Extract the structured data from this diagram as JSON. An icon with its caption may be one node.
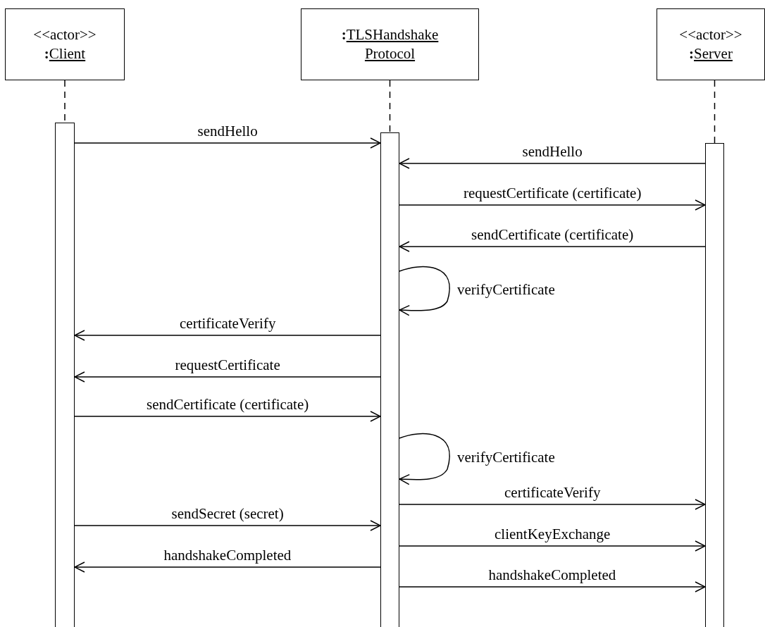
{
  "diagram": {
    "nodes": [
      {
        "text": [
          "<<actor>>",
          "**:**Client"
        ]
      },
      {
        "text": [
          "**:**TLSHandshake Protocol"
        ]
      },
      {
        "text": [
          "<<actor>>",
          "**:**Server"
        ]
      },
      {
        "text": [],
        "shape": "bar"
      },
      {
        "text": [],
        "shape": "bar"
      },
      {
        "text": [],
        "shape": "bar"
      }
    ],
    "edges": [
      {
        "from": 0,
        "to": 3,
        "arrow": "none",
        "style": "dashed"
      },
      {
        "from": 1,
        "to": 4,
        "arrow": "none",
        "style": "dashed"
      },
      {
        "from": 2,
        "to": 5,
        "arrow": "none",
        "style": "dashed"
      },
      {
        "from": 3,
        "to": 4,
        "arrow": "to",
        "label": "sendHello"
      },
      {
        "from": 5,
        "to": 4,
        "arrow": "to",
        "label": "sendHello"
      },
      {
        "from": 4,
        "to": 5,
        "arrow": "to",
        "label": "requestCertificate (certificate)"
      },
      {
        "from": 5,
        "to": 4,
        "arrow": "to",
        "label": "sendCertificate (certificate)"
      },
      {
        "from": 4,
        "to": 4,
        "arrow": "to",
        "label": "verifyCertificate"
      },
      {
        "from": 4,
        "to": 3,
        "arrow": "to",
        "label": "certificateVerify"
      },
      {
        "from": 4,
        "to": 3,
        "arrow": "to",
        "label": "requestCertificate"
      },
      {
        "from": 3,
        "to": 4,
        "arrow": "to",
        "label": "sendCertificate (certificate)"
      },
      {
        "from": 4,
        "to": 4,
        "arrow": "to",
        "label": "verifyCertificate"
      },
      {
        "from": 4,
        "to": 5,
        "arrow": "to",
        "label": "certificateVerify"
      },
      {
        "from": 3,
        "to": 4,
        "arrow": "to",
        "label": "sendSecret (secret)"
      },
      {
        "from": 4,
        "to": 5,
        "arrow": "to",
        "label": "clientKeyExchange"
      },
      {
        "from": 4,
        "to": 3,
        "arrow": "to",
        "label": "handshakeCompleted"
      },
      {
        "from": 4,
        "to": 5,
        "arrow": "to",
        "label": "handshakeCompleted"
      }
    ]
  }
}
